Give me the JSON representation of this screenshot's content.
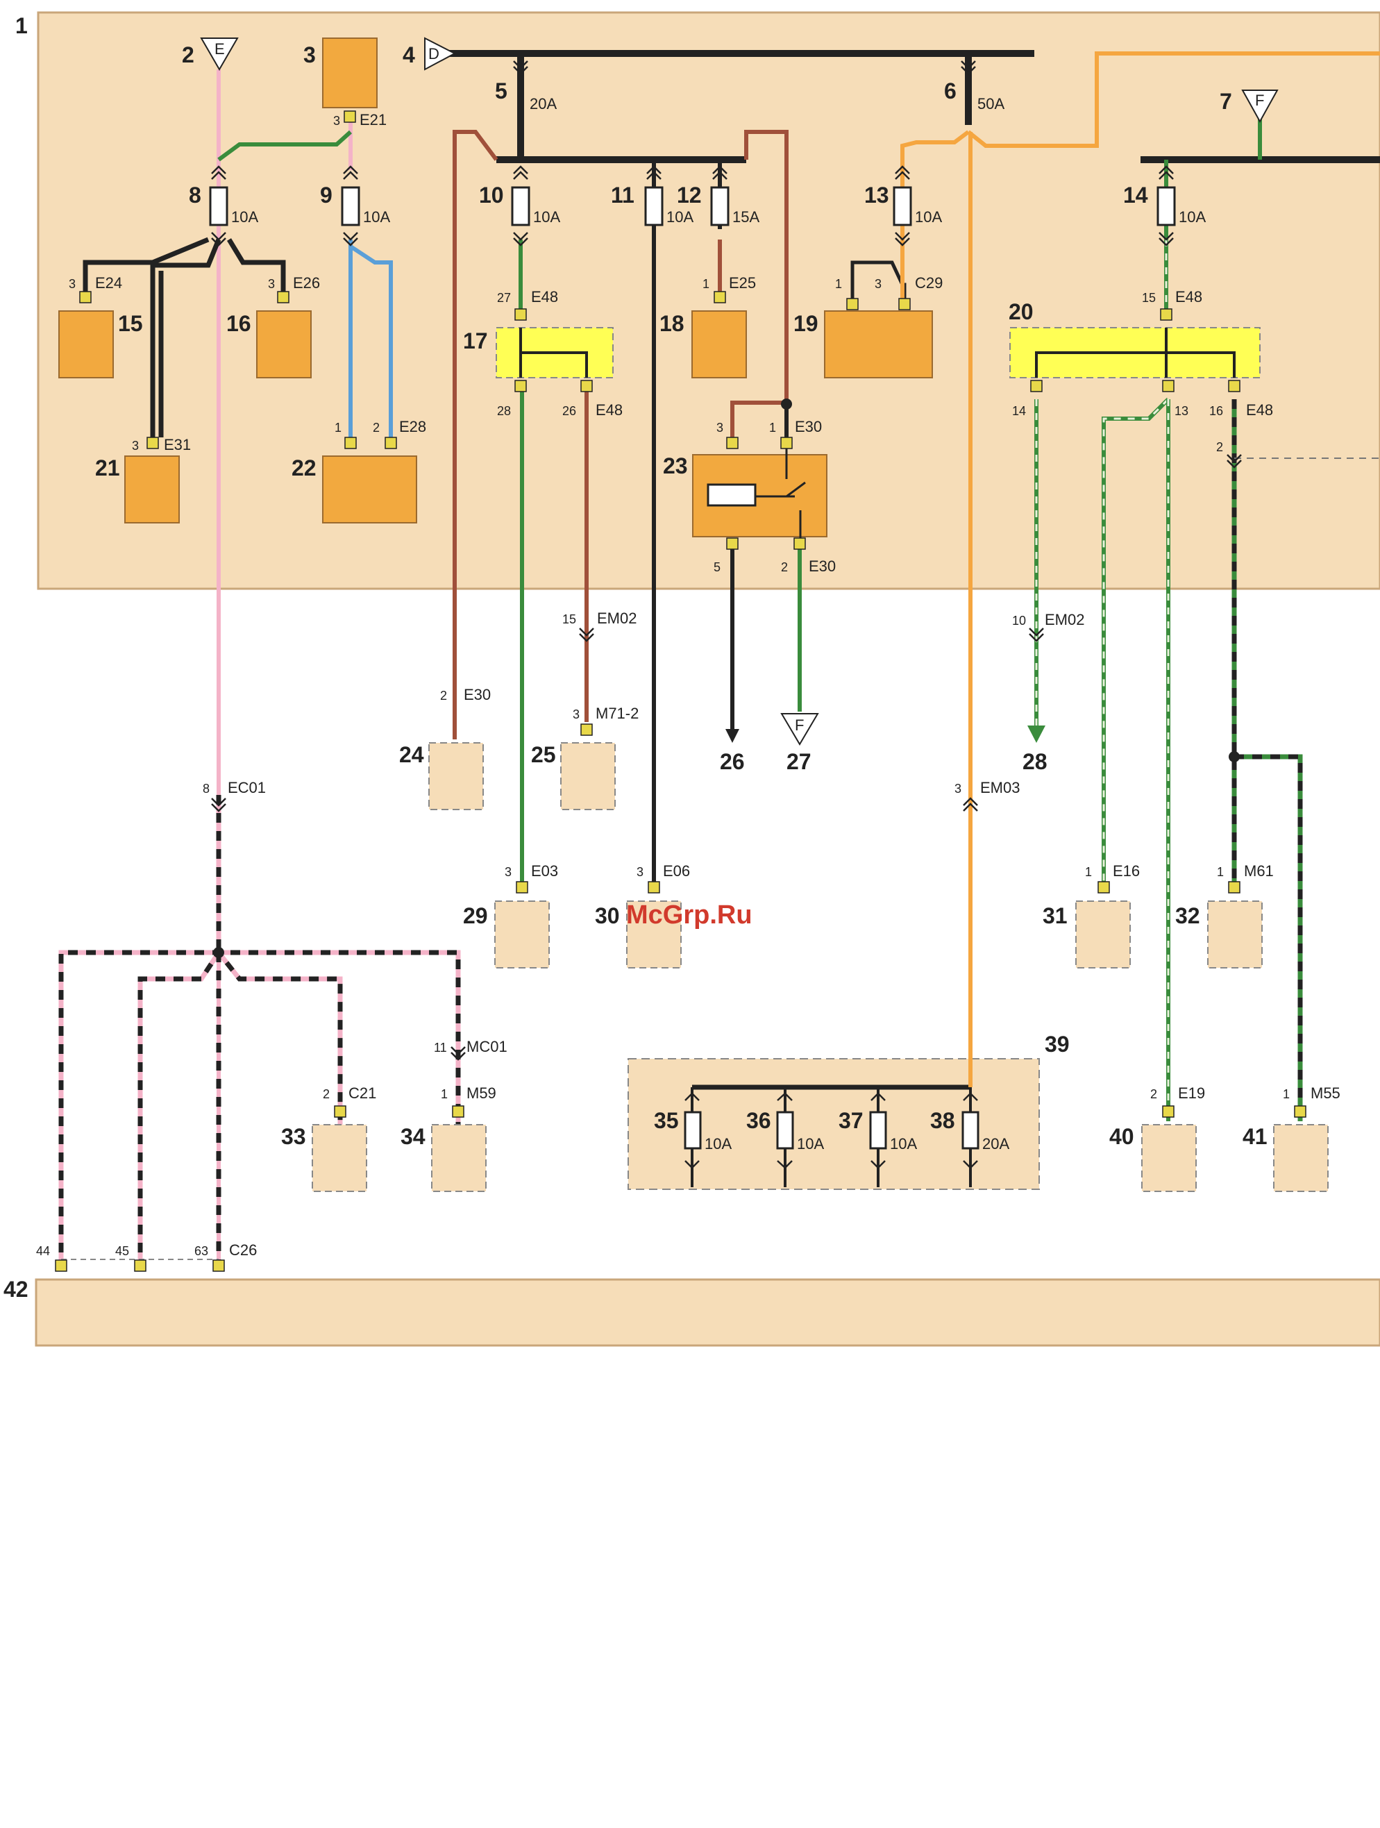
{
  "numbers": {
    "n1": "1",
    "n2": "2",
    "n3": "3",
    "n4": "4",
    "n5": "5",
    "n6": "6",
    "n7": "7",
    "n8": "8",
    "n9": "9",
    "n10": "10",
    "n11": "11",
    "n12": "12",
    "n13": "13",
    "n14": "14",
    "n15": "15",
    "n16": "16",
    "n17": "17",
    "n18": "18",
    "n19": "19",
    "n20": "20",
    "n21": "21",
    "n22": "22",
    "n23": "23",
    "n24": "24",
    "n25": "25",
    "n26": "26",
    "n27": "27",
    "n28": "28",
    "n29": "29",
    "n30": "30",
    "n31": "31",
    "n32": "32",
    "n33": "33",
    "n34": "34",
    "n35": "35",
    "n36": "36",
    "n37": "37",
    "n38": "38",
    "n39": "39",
    "n40": "40",
    "n41": "41",
    "n42": "42"
  },
  "feeds": {
    "E": "E",
    "D": "D",
    "F7": "F",
    "F27": "F"
  },
  "fuses": {
    "f5": "20A",
    "f6": "50A",
    "f8": "10A",
    "f9": "10A",
    "f10": "10A",
    "f11": "10A",
    "f12": "15A",
    "f13": "10A",
    "f14": "10A",
    "f35": "10A",
    "f36": "10A",
    "f37": "10A",
    "f38": "20A"
  },
  "connectors": {
    "E21": "E21",
    "E24": "E24",
    "E26": "E26",
    "E31": "E31",
    "E28": "E28",
    "E48a": "E48",
    "E48b": "E48",
    "E48c": "E48",
    "E48d": "E48",
    "E25": "E25",
    "C29": "C29",
    "E30a": "E30",
    "E30b": "E30",
    "E30c": "E30",
    "EM02a": "EM02",
    "EM02b": "EM02",
    "M71": "M71-2",
    "EC01": "EC01",
    "EM03": "EM03",
    "E03": "E03",
    "E06": "E06",
    "E16": "E16",
    "M61": "M61",
    "MC01": "MC01",
    "C21": "C21",
    "M59": "M59",
    "E19": "E19",
    "M55": "M55",
    "C26": "C26"
  },
  "pins": {
    "p3_e21": "3",
    "p3_e24": "3",
    "p3_e26": "3",
    "p3_e31": "3",
    "p1_e28": "1",
    "p2_e28": "2",
    "p27": "27",
    "p28": "28",
    "p26": "26",
    "p1_e25": "1",
    "p1_c29": "1",
    "p3_c29": "3",
    "p15_e48": "15",
    "p14": "14",
    "p13": "13",
    "p16": "16",
    "p3_e30": "3",
    "p1_e30": "1",
    "p5": "5",
    "p2_e30": "2",
    "p2_dash": "2",
    "p15_em02": "15",
    "p10_em02": "10",
    "p2_e30c": "2",
    "p3_m71": "3",
    "p8_ec01": "8",
    "p3_em03": "3",
    "p3_e03": "3",
    "p3_e06": "3",
    "p1_e16": "1",
    "p1_m61": "1",
    "p11_mc01": "11",
    "p2_c21": "2",
    "p1_m59": "1",
    "p2_e19": "2",
    "p1_m55": "1",
    "p44": "44",
    "p45": "45",
    "p63": "63"
  },
  "watermark": "McGrp.Ru",
  "colors": {
    "panel": "#f6ddb8",
    "component": "#f2a93f",
    "module": "#ffff55",
    "black": "#222222",
    "pink": "#f4b3c8",
    "green": "#3a8c3c",
    "blue": "#5a9fd8",
    "brown": "#a0503a",
    "orange": "#f5a640",
    "grey": "#777777"
  }
}
